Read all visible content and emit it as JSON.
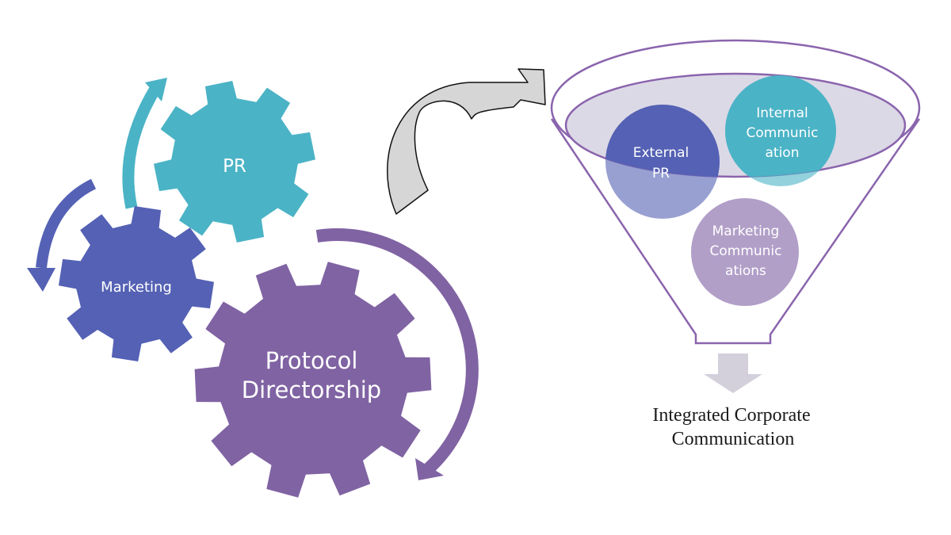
{
  "gears": {
    "pr": {
      "label": "PR",
      "color": "#4bb3c6"
    },
    "marketing": {
      "label": "Marketing",
      "color": "#5461b4"
    },
    "protocol": {
      "line1": "Protocol",
      "line2": "Directorship",
      "color": "#8063a3"
    }
  },
  "funnel": {
    "outline_color": "#8a64ad",
    "rim_fill": "#dcd9e6",
    "circles": {
      "external_pr": {
        "line1": "External",
        "line2": "PR",
        "color": "#5461b4"
      },
      "internal_communication": {
        "line1": "Internal",
        "line2": "Communic",
        "line3": "ation",
        "color": "#4bb3c6"
      },
      "marketing_communications": {
        "line1": "Marketing",
        "line2": "Communic",
        "line3": "ations",
        "color": "#b19fc8"
      }
    },
    "down_arrow_color": "#d3d0dc"
  },
  "result": {
    "line1": "Integrated Corporate",
    "line2": "Communication"
  }
}
